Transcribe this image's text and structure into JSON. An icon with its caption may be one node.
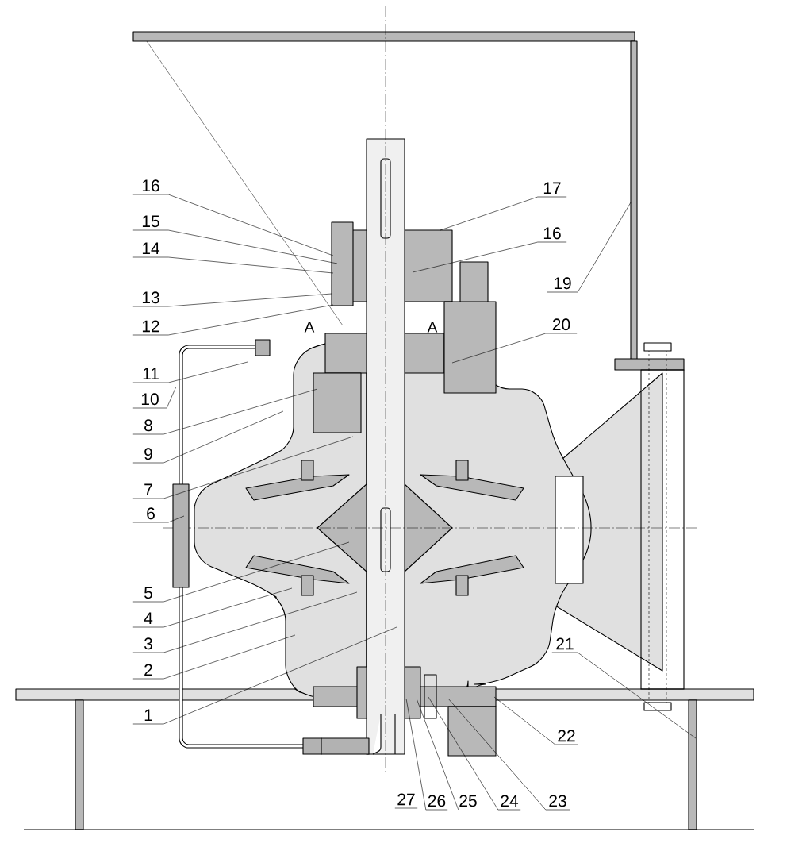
{
  "diagram": {
    "nodes": [
      {
        "text": [
          "16"
        ]
      },
      {
        "text": [
          "15"
        ]
      },
      {
        "text": [
          "14"
        ]
      },
      {
        "text": [
          "13"
        ]
      },
      {
        "text": [
          "12"
        ]
      },
      {
        "text": [
          "11"
        ]
      },
      {
        "text": [
          "10"
        ]
      },
      {
        "text": [
          "8"
        ]
      },
      {
        "text": [
          "9"
        ]
      },
      {
        "text": [
          "7"
        ]
      },
      {
        "text": [
          "6"
        ]
      },
      {
        "text": [
          "5"
        ]
      },
      {
        "text": [
          "4"
        ]
      },
      {
        "text": [
          "3"
        ]
      },
      {
        "text": [
          "2"
        ]
      },
      {
        "text": [
          "1"
        ]
      },
      {
        "text": [
          "17"
        ]
      },
      {
        "text": [
          "16"
        ]
      },
      {
        "text": [
          "19"
        ]
      },
      {
        "text": [
          "20"
        ]
      },
      {
        "text": [
          "21"
        ]
      },
      {
        "text": [
          "22"
        ]
      },
      {
        "text": [
          "26"
        ]
      },
      {
        "text": [
          "25"
        ]
      },
      {
        "text": [
          "24"
        ]
      },
      {
        "text": [
          "23"
        ]
      }
    ],
    "edges": [
      {
        "from": 0,
        "to": null,
        "arrow": "none"
      },
      {
        "from": 1,
        "to": null,
        "arrow": "none"
      },
      {
        "from": 2,
        "to": null,
        "arrow": "none"
      },
      {
        "from": 3,
        "to": null,
        "arrow": "none"
      },
      {
        "from": 4,
        "to": null,
        "arrow": "none"
      },
      {
        "from": 5,
        "to": null,
        "arrow": "none"
      },
      {
        "from": 6,
        "to": null,
        "arrow": "none"
      },
      {
        "from": 7,
        "to": null,
        "arrow": "none"
      },
      {
        "from": 8,
        "to": null,
        "arrow": "none"
      },
      {
        "from": 9,
        "to": null,
        "arrow": "none"
      },
      {
        "from": 10,
        "to": null,
        "arrow": "none"
      },
      {
        "from": 11,
        "to": null,
        "arrow": "none"
      },
      {
        "from": 12,
        "to": null,
        "arrow": "none"
      },
      {
        "from": 13,
        "to": null,
        "arrow": "none"
      },
      {
        "from": 14,
        "to": null,
        "arrow": "none"
      },
      {
        "from": 15,
        "to": null,
        "arrow": "none"
      },
      {
        "from": 16,
        "to": null,
        "arrow": "none"
      },
      {
        "from": 17,
        "to": null,
        "arrow": "none"
      },
      {
        "from": 18,
        "to": null,
        "arrow": "none"
      },
      {
        "from": 19,
        "to": null,
        "arrow": "none"
      },
      {
        "from": 20,
        "to": null,
        "arrow": "none"
      },
      {
        "from": 21,
        "to": null,
        "arrow": "none"
      },
      {
        "from": 22,
        "to": null,
        "arrow": "none"
      },
      {
        "from": 23,
        "to": null,
        "arrow": "none"
      },
      {
        "from": 24,
        "to": null,
        "arrow": "none"
      },
      {
        "from": 25,
        "to": null,
        "arrow": "none"
      }
    ],
    "labels": [
      "A",
      "A",
      "27"
    ]
  }
}
